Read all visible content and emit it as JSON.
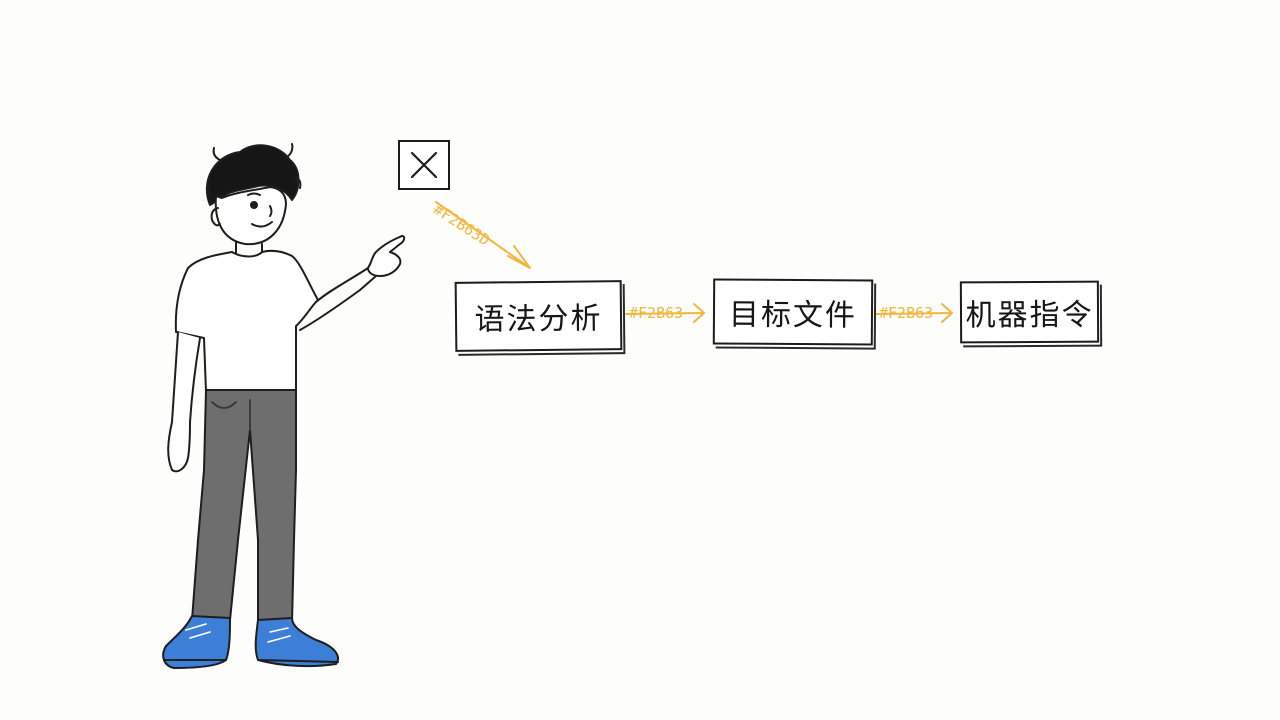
{
  "diagram": {
    "nodes": [
      {
        "id": "n1",
        "label": "语法分析"
      },
      {
        "id": "n2",
        "label": "目标文件"
      },
      {
        "id": "n3",
        "label": "机器指令"
      }
    ],
    "edges": [
      {
        "from": "close",
        "to": "n1",
        "label": "#F2B63D"
      },
      {
        "from": "n1",
        "to": "n2",
        "label": "#F2B63"
      },
      {
        "from": "n2",
        "to": "n3",
        "label": "#F2B63"
      }
    ],
    "close_icon": "close-icon",
    "colors": {
      "arrow": "#F2B63D",
      "ink": "#1c1c1c",
      "jeans": "#6e6e6e",
      "shoes": "#3d7fd6"
    }
  }
}
